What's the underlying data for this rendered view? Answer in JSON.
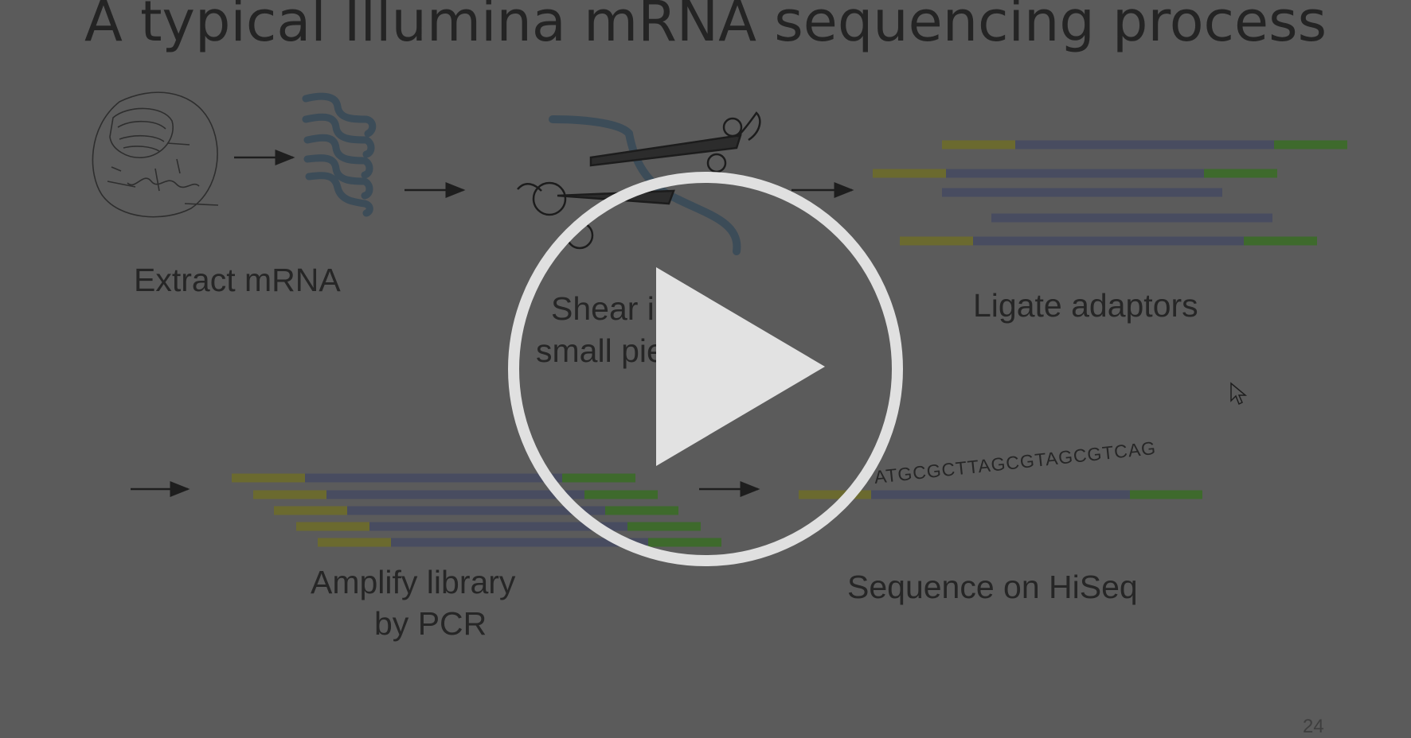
{
  "slide": {
    "title": "A typical Illumina mRNA sequencing process",
    "steps": {
      "extract": "Extract mRNA",
      "shear_line1": "Shear into",
      "shear_line2": "small pieces",
      "ligate": "Ligate adaptors",
      "amplify_line1": "Amplify library",
      "amplify_line2": "by PCR",
      "sequence": "Sequence on HiSeq"
    },
    "sequence_read": "ATGCGCTTAGCGTAGCGTCAG",
    "page_number": "24"
  },
  "player": {
    "play_icon": "play-icon",
    "overlay_color": "#5b5b5b"
  },
  "colors": {
    "adapter_left": "#6b6a2f",
    "insert": "#484c60",
    "adapter_right": "#3e6a2c",
    "mrna_strand": "#3c4c58",
    "play_button": "#e0e0e0"
  }
}
